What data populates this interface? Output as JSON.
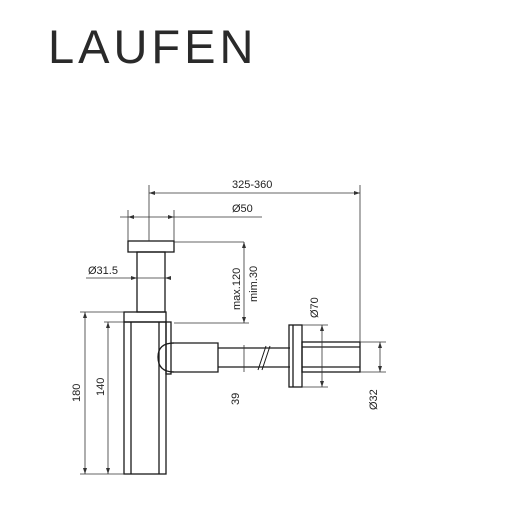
{
  "brand": {
    "name": "LAUFEN",
    "color": "#2a2a2a"
  },
  "drawing": {
    "line_color": "#1a1a1a",
    "dims": {
      "overall_reach": "325-360",
      "top_diameter": "Ø50",
      "tube_diameter": "Ø31.5",
      "max_height": "max.120",
      "min_height": "mim.30",
      "flange_diameter": "Ø70",
      "height_180": "180",
      "height_140": "140",
      "offset_39": "39",
      "outlet_diameter": "Ø32"
    }
  }
}
